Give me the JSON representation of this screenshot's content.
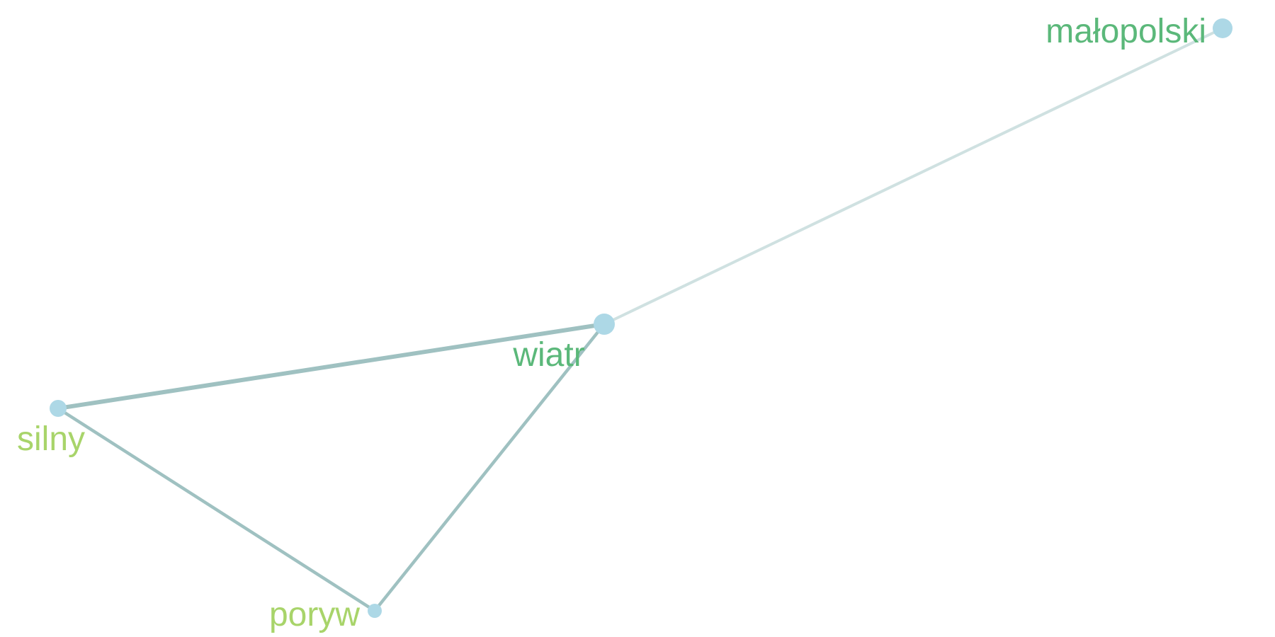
{
  "graph": {
    "nodes": [
      {
        "id": "wiatr",
        "label": "wiatr",
        "label_color": "#5bb87a"
      },
      {
        "id": "malopolski",
        "label": "małopolski",
        "label_color": "#5bb87a"
      },
      {
        "id": "silny",
        "label": "silny",
        "label_color": "#a8d46a"
      },
      {
        "id": "poryw",
        "label": "poryw",
        "label_color": "#a8d46a"
      }
    ],
    "edges": [
      {
        "source": "silny",
        "target": "wiatr",
        "weight": "strong"
      },
      {
        "source": "wiatr",
        "target": "poryw",
        "weight": "medium"
      },
      {
        "source": "silny",
        "target": "poryw",
        "weight": "medium"
      },
      {
        "source": "wiatr",
        "target": "malopolski",
        "weight": "weak"
      }
    ],
    "colors": {
      "node_fill": "#add8e6",
      "edge_strong": "#9fc1c1",
      "edge_medium": "#9fc1c1",
      "edge_weak": "#cfe1e1"
    }
  }
}
